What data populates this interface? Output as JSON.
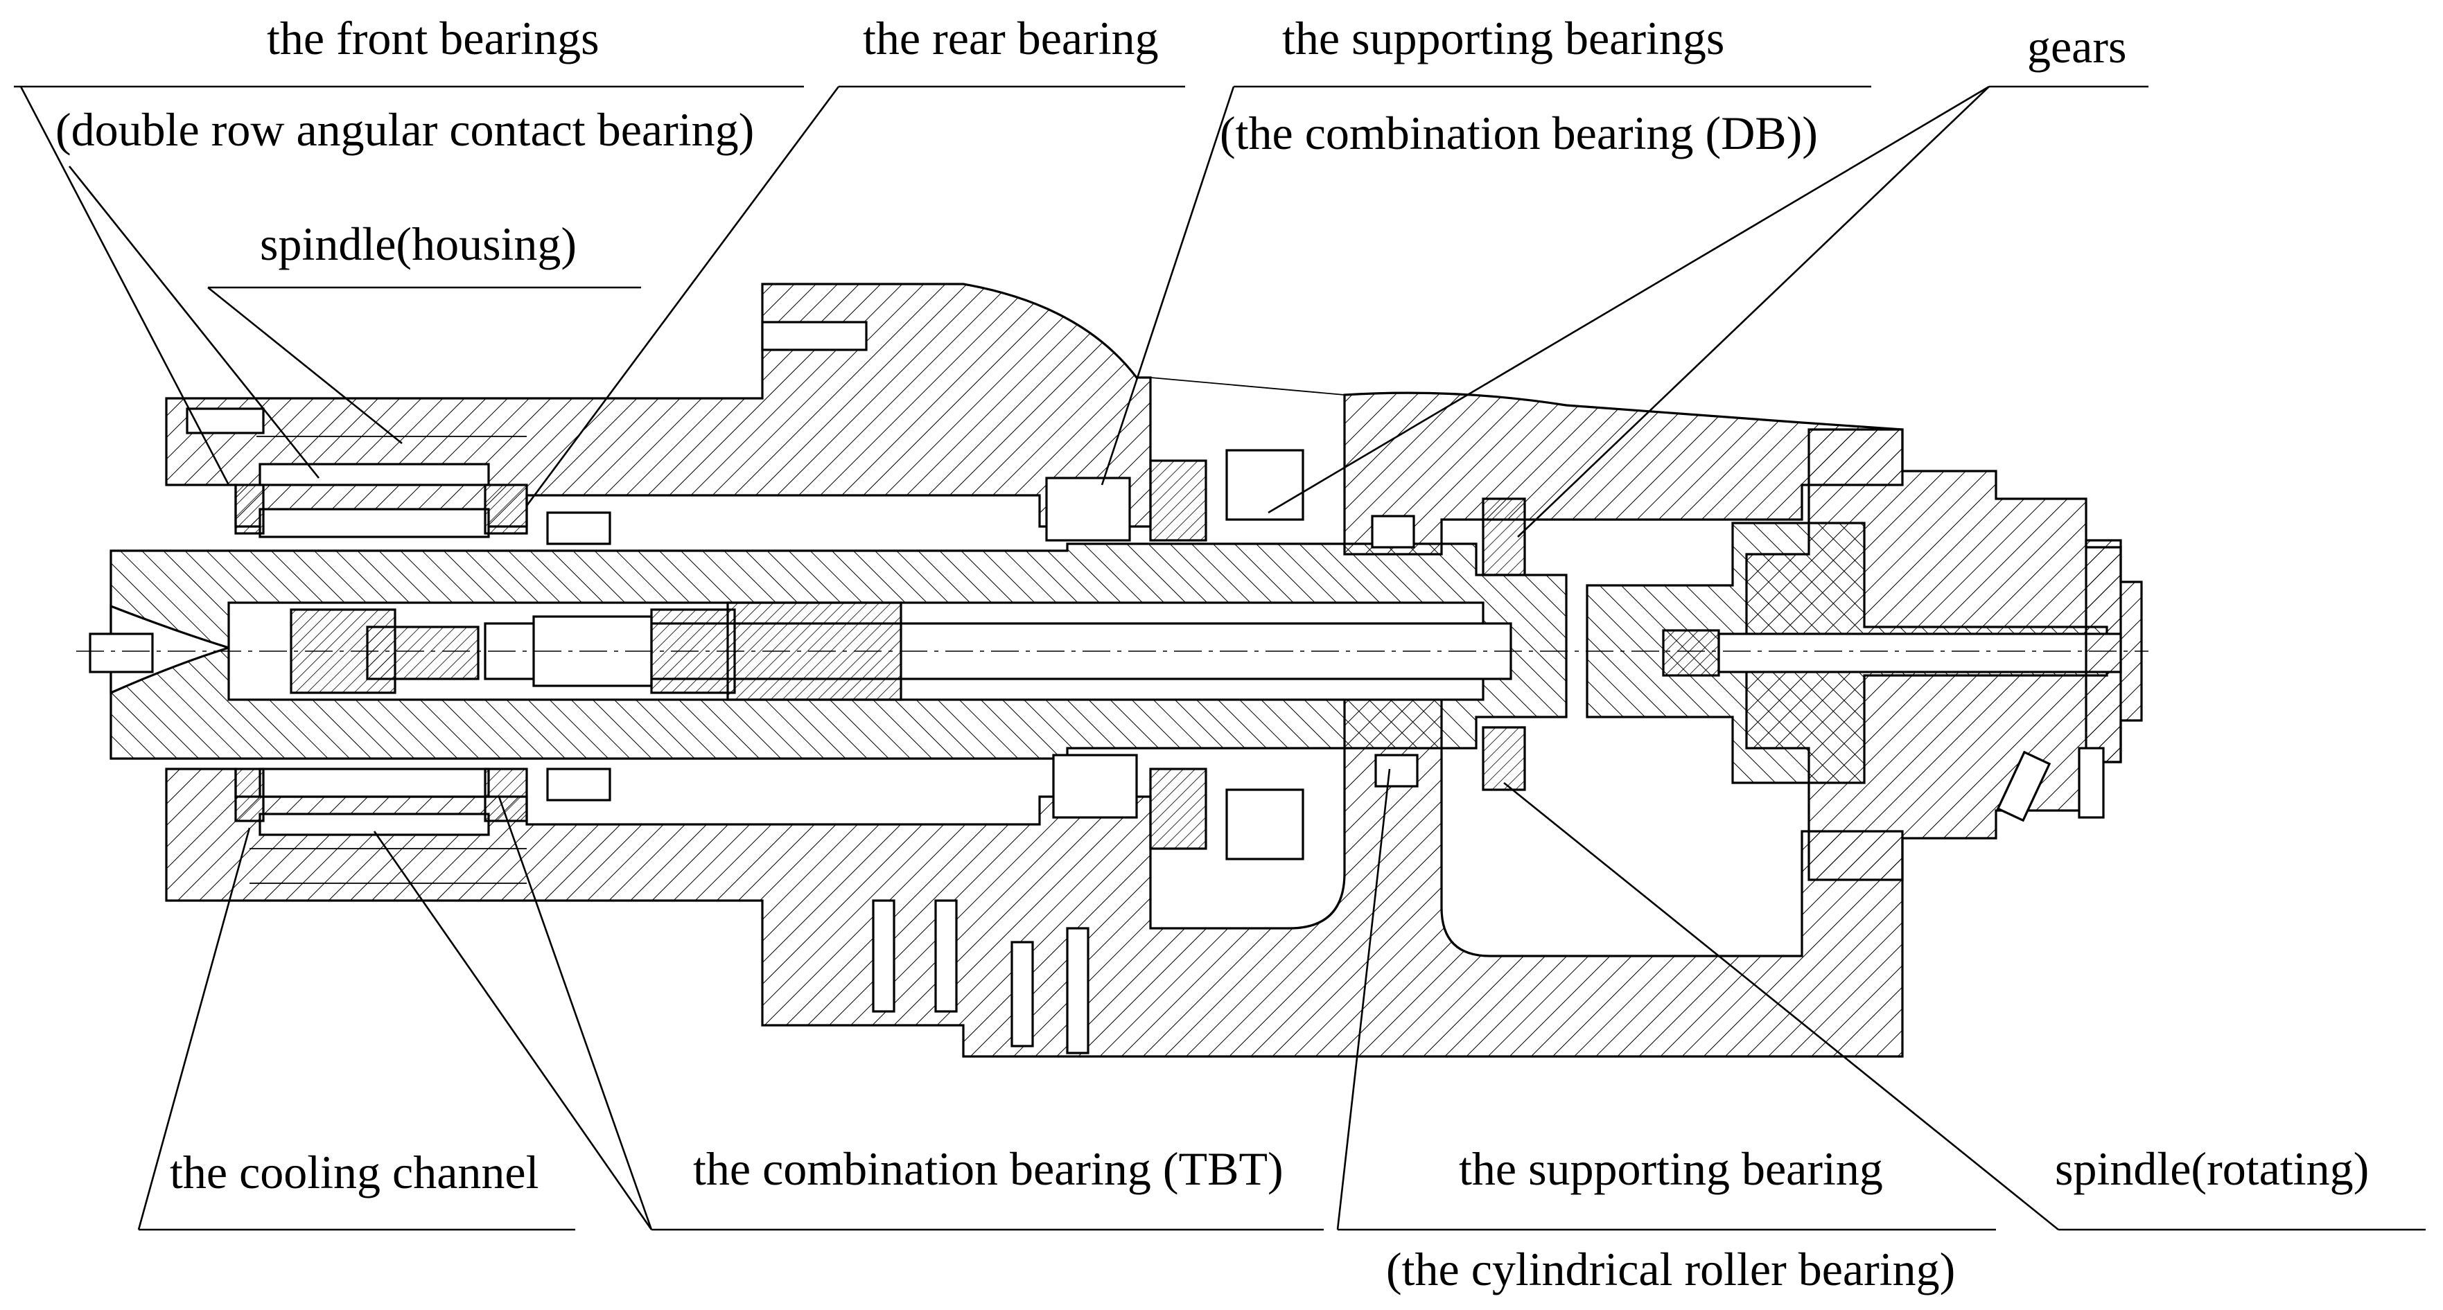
{
  "labels": {
    "front_bearings": "the front bearings",
    "front_bearings_detail": "(double row angular contact bearing)",
    "rear_bearing": "the rear bearing",
    "supporting_bearings": "the supporting bearings",
    "supporting_bearings_detail": "(the combination bearing (DB))",
    "gears": "gears",
    "spindle_housing": "spindle(housing)",
    "cooling_channel": "the cooling channel",
    "combination_bearing_tbt": "the combination bearing (TBT)",
    "supporting_bearing": "the supporting bearing",
    "supporting_bearing_detail": "(the cylindrical roller bearing)",
    "spindle_rotating": "spindle(rotating)"
  },
  "colors": {
    "line": "#000000",
    "background": "#ffffff"
  }
}
